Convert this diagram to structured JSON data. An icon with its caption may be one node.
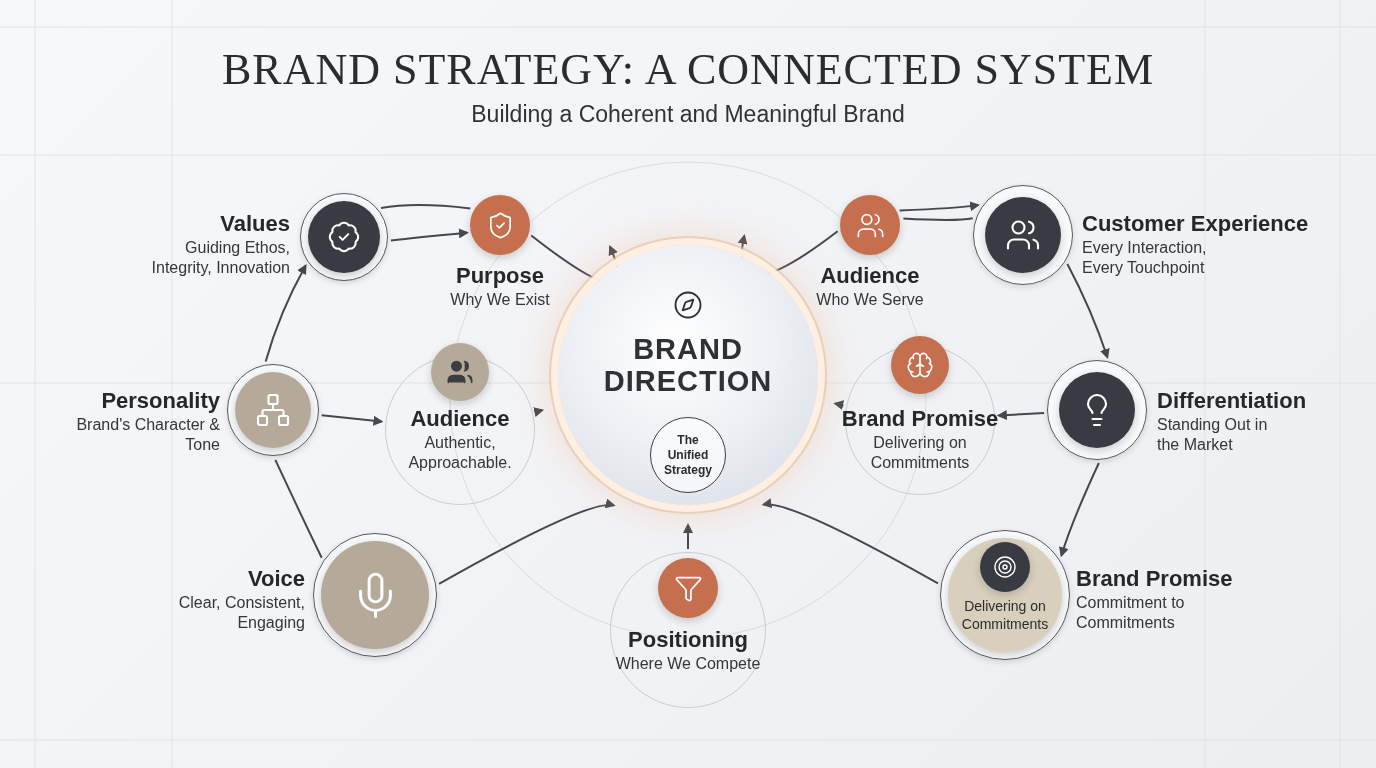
{
  "diagram": {
    "title": "BRAND STRATEGY: A CONNECTED SYSTEM",
    "caption": "Building a Coherent and Meaningful Brand",
    "nodes": [
      {
        "text": [
          "BRAND DIRECTION"
        ]
      },
      {
        "text": [
          "The Unified Strategy"
        ],
        "in": 0
      },
      {
        "text": [
          "Values",
          "Guiding Ethos, Integrity, Innovation"
        ]
      },
      {
        "text": [
          "Purpose",
          "Why We Exist"
        ]
      },
      {
        "text": [
          "Audience",
          "Authentic, Approachable."
        ]
      },
      {
        "text": [
          "Personality",
          "Brand's Character & Tone"
        ]
      },
      {
        "text": [
          "Voice",
          "Clear, Consistent, Engaging"
        ]
      },
      {
        "text": [
          "Positioning",
          "Where We Compete"
        ]
      },
      {
        "text": [
          "Audience",
          "Who We Serve"
        ]
      },
      {
        "text": [
          "Customer Experience",
          "Every Interaction, Every Touchpoint"
        ]
      },
      {
        "text": [
          "Brand Promise",
          "Delivering on Commitments"
        ]
      },
      {
        "text": [
          "Differentiation",
          "Standing Out in the Market"
        ]
      },
      {
        "text": [
          "Delivering on Commitments",
          "Brand Promise",
          "Commitment to Commitments"
        ]
      }
    ],
    "edges": [
      {
        "from": 2,
        "to": 3,
        "arrow": "to"
      },
      {
        "from": 2,
        "to": 3,
        "arrow": "none"
      },
      {
        "from": 3,
        "to": 0,
        "arrow": "to"
      },
      {
        "from": 5,
        "to": 2,
        "arrow": "to"
      },
      {
        "from": 5,
        "to": 4,
        "arrow": "to"
      },
      {
        "from": 4,
        "to": 0,
        "arrow": "to"
      },
      {
        "from": 6,
        "to": 5,
        "arrow": "none"
      },
      {
        "from": 6,
        "to": 0,
        "arrow": "to"
      },
      {
        "from": 7,
        "to": 0,
        "arrow": "to"
      },
      {
        "from": 8,
        "to": 0,
        "arrow": "to"
      },
      {
        "from": 8,
        "to": 9,
        "arrow": "to"
      },
      {
        "from": 9,
        "to": 8,
        "arrow": "none"
      },
      {
        "from": 9,
        "to": 11,
        "arrow": "to"
      },
      {
        "from": 11,
        "to": 10,
        "arrow": "to"
      },
      {
        "from": 10,
        "to": 0,
        "arrow": "to"
      },
      {
        "from": 11,
        "to": 12,
        "arrow": "to"
      },
      {
        "from": 12,
        "to": 0,
        "arrow": "to"
      }
    ]
  }
}
